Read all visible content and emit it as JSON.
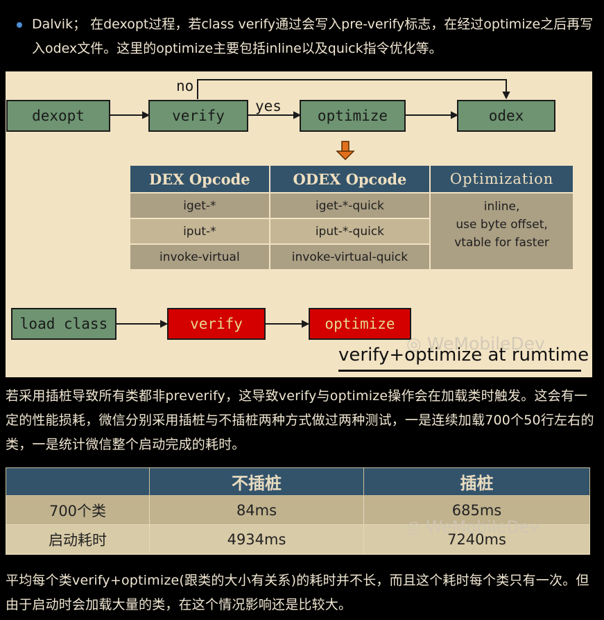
{
  "bullet_text": "Dalvik； 在dexopt过程，若class verify通过会写入pre-verify标志，在经过optimize之后再写入odex文件。这里的optimize主要包括inline以及quick指令优化等。",
  "diagram1": {
    "boxes": {
      "dexopt": "dexopt",
      "verify": "verify",
      "optimize": "optimize",
      "odex": "odex"
    },
    "labels": {
      "no": "no",
      "yes": "yes"
    },
    "table": {
      "headers": [
        "DEX Opcode",
        "ODEX Opcode",
        "Optimization"
      ],
      "rows": [
        [
          "iget-*",
          "iget-*-quick"
        ],
        [
          "iput-*",
          "iput-*-quick"
        ],
        [
          "invoke-virtual",
          "invoke-virtual-quick"
        ]
      ],
      "optimization_lines": [
        "inline,",
        "use byte offset,",
        "vtable for faster"
      ]
    },
    "runtime_boxes": {
      "load_class": "load class",
      "verify": "verify",
      "optimize": "optimize"
    },
    "watermark": "WeMobileDev",
    "caption": "verify+optimize at rumtime",
    "colors": {
      "box": "#6e9471",
      "red_box": "#d40000",
      "header": "#33536b",
      "bg": "#f2e3c3"
    }
  },
  "para1": "若采用插桩导致所有类都非preverify，这导致verify与optimize操作会在加载类时触发。这会有一定的性能损耗，微信分别采用插桩与不插桩两种方式做过两种测试，一是连续加载700个50行左右的类，一是统计微信整个启动完成的耗时。",
  "table2": {
    "headers": [
      "",
      "不插桩",
      "插桩"
    ],
    "rows": [
      [
        "700个类",
        "84ms",
        "685ms"
      ],
      [
        "启动耗时",
        "4934ms",
        "7240ms"
      ]
    ],
    "watermark": "WeMobileDev"
  },
  "para2": "平均每个类verify+optimize(跟类的大小有关系)的耗时并不长，而且这个耗时每个类只有一次。但由于启动时会加载大量的类，在这个情况影响还是比较大。"
}
